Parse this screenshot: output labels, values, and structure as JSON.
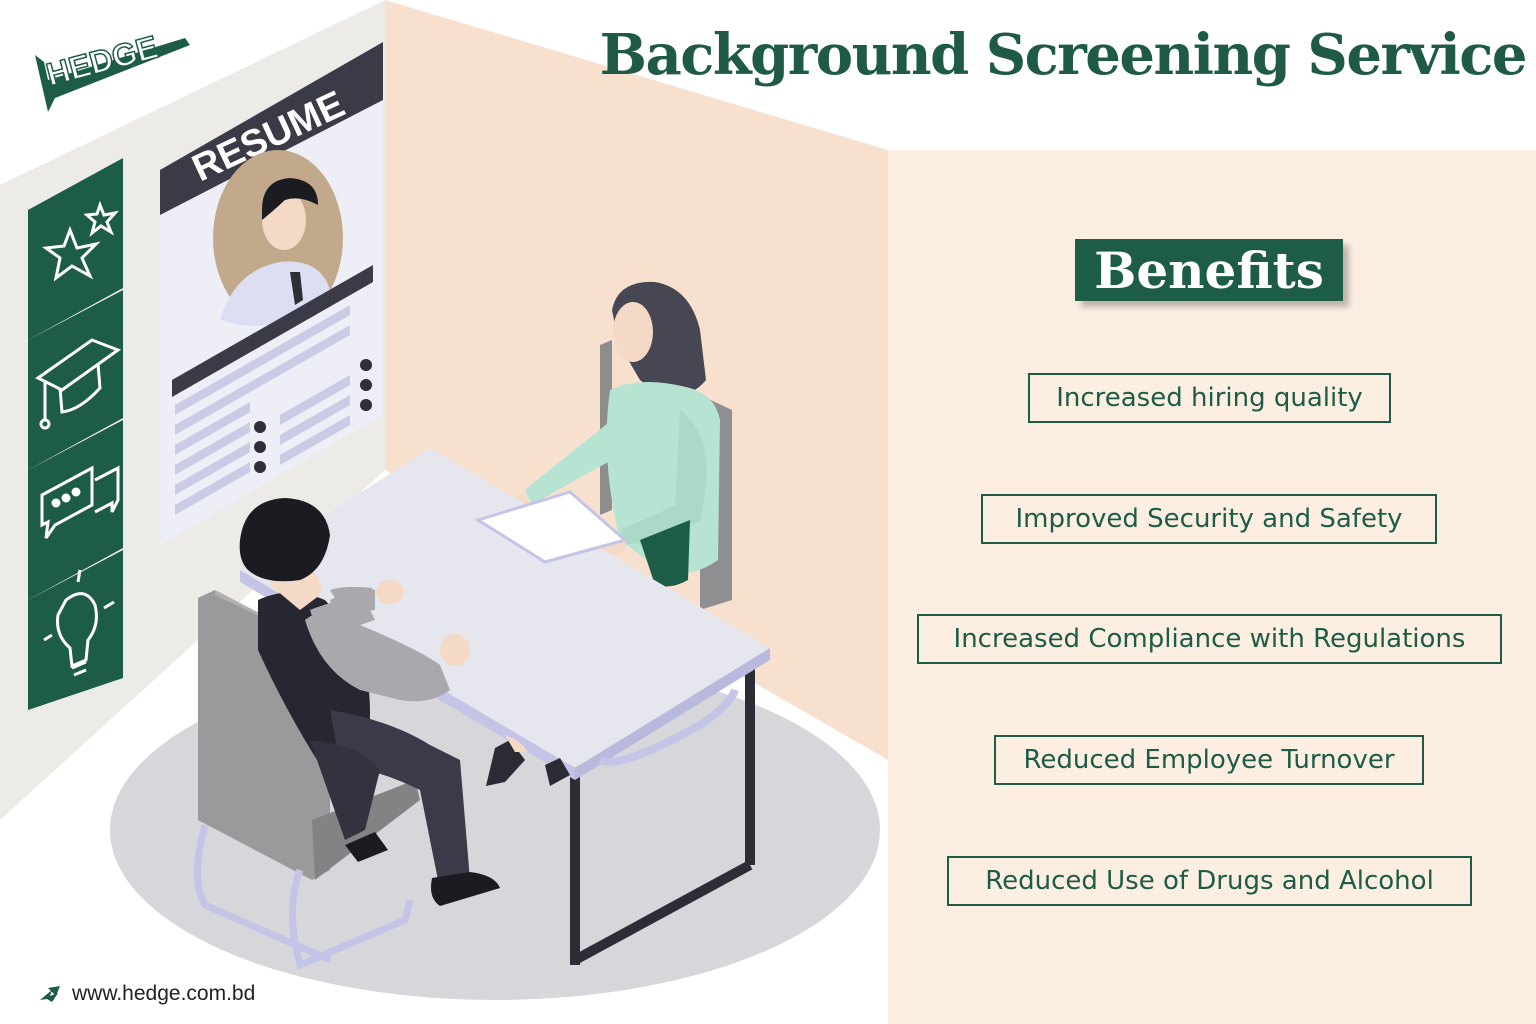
{
  "brand": {
    "logo_text": "HEDGE"
  },
  "title": "Background Screening Service",
  "resume": {
    "heading": "RESUME"
  },
  "benefits": {
    "heading": "Benefits",
    "items": [
      "Increased hiring quality",
      "Improved Security and Safety",
      "Increased Compliance with Regulations",
      "Reduced Employee Turnover",
      "Reduced Use of Drugs and Alcohol"
    ]
  },
  "footer": {
    "website": "www.hedge.com.bd"
  },
  "colors": {
    "brand_green": "#1d5c46",
    "panel_peach": "#fdeee2",
    "wall_peach": "#f8e0cf",
    "wall_grey": "#edebe8"
  },
  "icons": [
    "star-icon",
    "graduation-cap-icon",
    "chat-bubbles-icon",
    "lightbulb-icon",
    "arrow-icon"
  ]
}
